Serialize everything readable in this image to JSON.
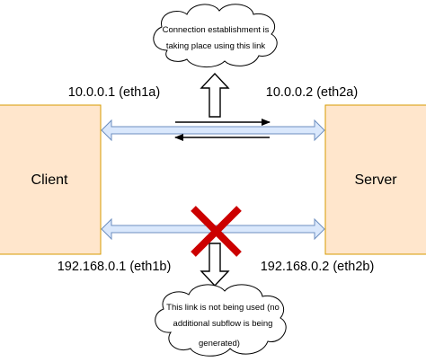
{
  "nodes": {
    "client": {
      "label": "Client"
    },
    "server": {
      "label": "Server"
    }
  },
  "links": {
    "top": {
      "left_label": "10.0.0.1 (eth1a)",
      "right_label": "10.0.0.2 (eth2a)",
      "status": "active"
    },
    "bottom": {
      "left_label": "192.168.0.1 (eth1b)",
      "right_label": "192.168.0.2 (eth2b)",
      "status": "unused"
    }
  },
  "callouts": {
    "top": {
      "line1": "Connection establishment is",
      "line2": "taking place using this link"
    },
    "bottom": {
      "line1": "This link is not being used (no",
      "line2": "additional subflow is being",
      "line3": "generated)"
    }
  },
  "colors": {
    "node_fill": "#ffe6cc",
    "node_stroke": "#d79b00",
    "link_fill": "#dae8fc",
    "link_stroke": "#6c8ebf",
    "cross": "#cc0000"
  }
}
